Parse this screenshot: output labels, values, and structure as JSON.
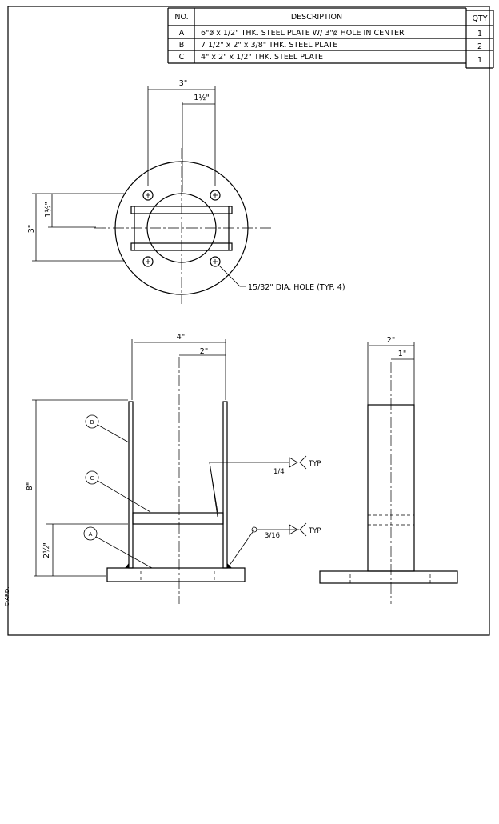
{
  "bom": {
    "headers": {
      "no": "NO.",
      "description": "DESCRIPTION",
      "qty": "QTY"
    },
    "rows": [
      {
        "no": "A",
        "description": "6\"ø x 1/2\" THK. STEEL PLATE W/ 3\"ø HOLE IN CENTER",
        "qty": "1"
      },
      {
        "no": "B",
        "description": "7 1/2\" x 2\" x 3/8\" THK. STEEL PLATE",
        "qty": "2"
      },
      {
        "no": "C",
        "description": "4\" x 2\" x 1/2\" THK. STEEL PLATE",
        "qty": "1"
      }
    ]
  },
  "plan_view": {
    "dim_top_overall": "3\"",
    "dim_top_half": "1½\"",
    "dim_left_overall": "3\"",
    "dim_left_half": "1½\"",
    "hole_note": "15/32\" DIA. HOLE (TYP. 4)"
  },
  "elevation": {
    "dim_width": "4\"",
    "dim_half_width": "2\"",
    "dim_height": "8\"",
    "dim_base_to_gusset": "2½\"",
    "weld_upper_size": "1/4",
    "weld_upper_note": "TYP.",
    "weld_lower_size": "3/16",
    "weld_lower_note": "TYP.",
    "callouts": [
      "B",
      "C",
      "A"
    ]
  },
  "side_view": {
    "dim_width": "2\"",
    "dim_half_width": "1\""
  },
  "margin_text": "C-ARD."
}
